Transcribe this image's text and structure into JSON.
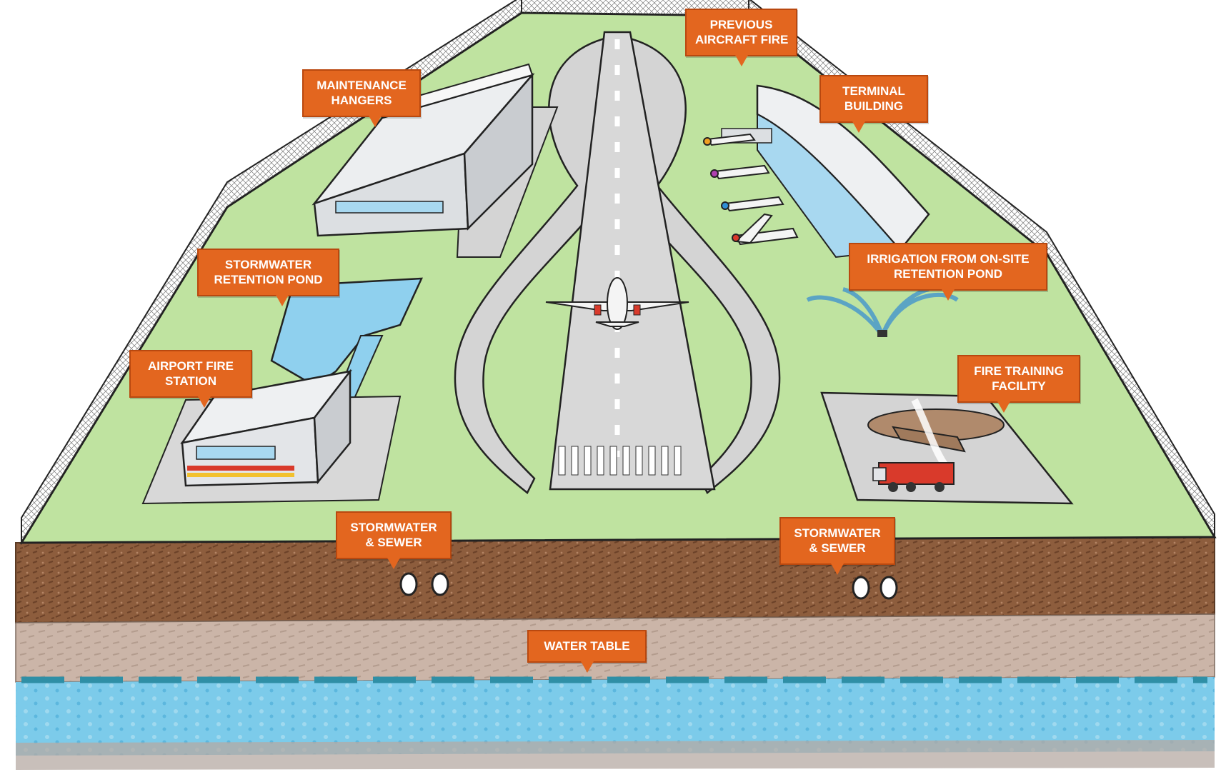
{
  "labels": {
    "previous_aircraft_fire": [
      "PREVIOUS",
      "AIRCRAFT FIRE"
    ],
    "maintenance_hangers": [
      "MAINTENANCE",
      "HANGERS"
    ],
    "terminal_building": [
      "TERMINAL",
      "BUILDING"
    ],
    "stormwater_retention_pond": [
      "STORMWATER",
      "RETENTION POND"
    ],
    "irrigation_from_onsite_pond": [
      "IRRIGATION FROM ON-SITE",
      "RETENTION POND"
    ],
    "airport_fire_station": [
      "AIRPORT FIRE",
      "STATION"
    ],
    "fire_training_facility": [
      "FIRE TRAINING",
      "FACILITY"
    ],
    "stormwater_sewer_left": [
      "STORMWATER",
      "& SEWER"
    ],
    "stormwater_sewer_right": [
      "STORMWATER",
      "& SEWER"
    ],
    "water_table": [
      "WATER TABLE"
    ]
  },
  "colors": {
    "grass": "#bfe3a0",
    "runway": "#d4d4d4",
    "soil": "#8a5a3b",
    "subsoil": "#cdb8ac",
    "water": "#6cc3e6",
    "callout": "#e3661f",
    "building": "#e6e8ea",
    "glass": "#a8d8f0"
  },
  "icons": [
    "aircraft-icon",
    "fire-truck-icon",
    "sprinkler-icon",
    "pipe-icon"
  ]
}
